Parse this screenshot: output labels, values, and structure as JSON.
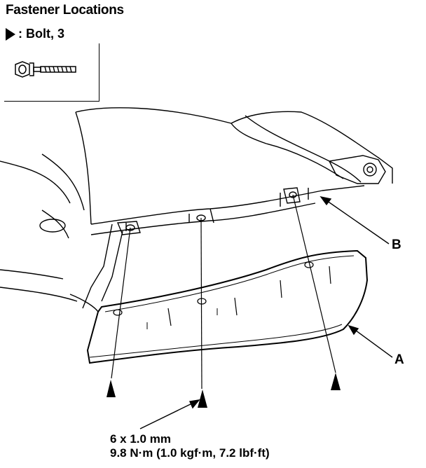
{
  "title": "Fastener Locations",
  "legend": {
    "label": ": Bolt, 3"
  },
  "callouts": {
    "a": "A",
    "b": "B"
  },
  "spec": {
    "line1": "6 x 1.0 mm",
    "line2": "9.8 N·m (1.0 kgf·m, 7.2 lbf·ft)"
  },
  "icons": [
    "bolt-triangle-icon",
    "bolt-icon"
  ]
}
